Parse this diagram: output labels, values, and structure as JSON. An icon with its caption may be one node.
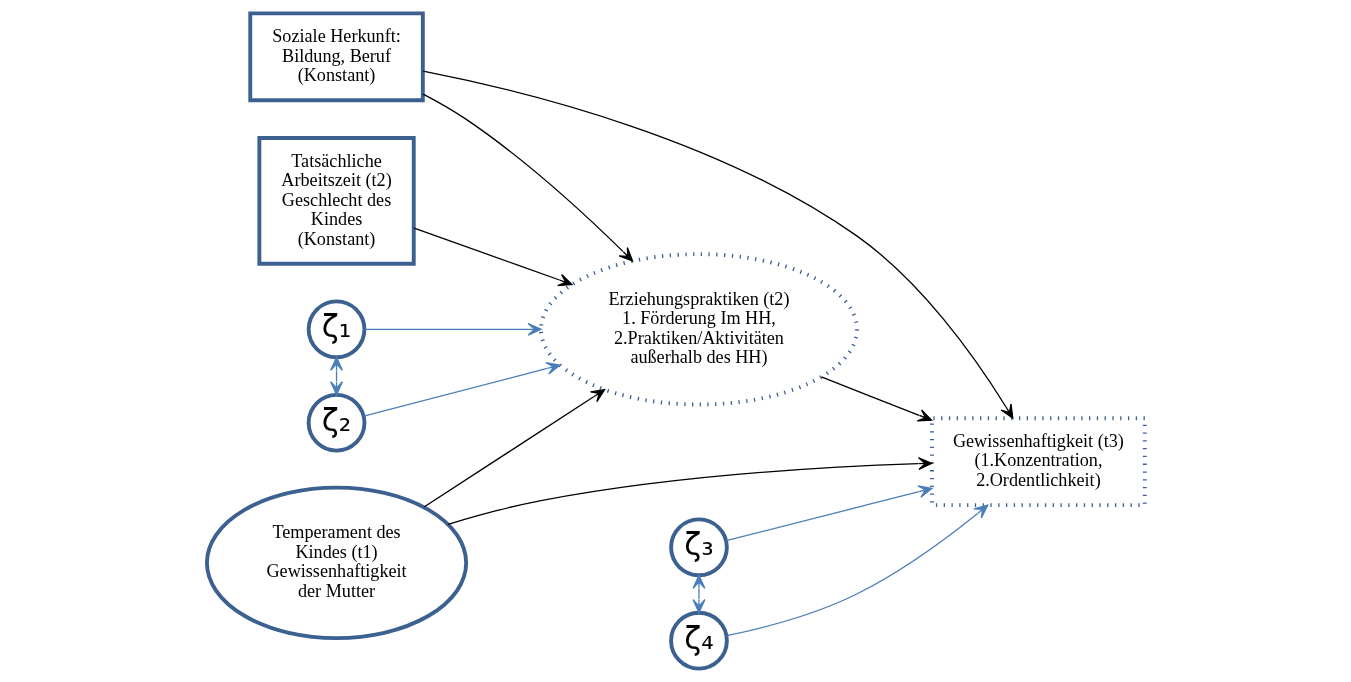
{
  "diagram": {
    "nodes": [
      {
        "text": [
          "Soziale Herkunft: Bildung, Beruf (Konstant)"
        ]
      },
      {
        "text": [
          "Tatsächliche Arbeitszeit (t2) Geschlecht des Kindes (Konstant)"
        ]
      },
      {
        "text": [
          "Temperament des Kindes (t1) Gewissenhaftigkeit der Mutter"
        ]
      },
      {
        "text": [
          "Erziehungspraktiken (t2) 1. Förderung Im HH, 2.Praktiken/Aktivitäten außerhalb des HH)"
        ]
      },
      {
        "text": [
          "ζ₁"
        ]
      },
      {
        "text": [
          "ζ₂"
        ]
      },
      {
        "text": [
          "Gewissenhaftigkeit (t3) (1.Konzentration, 2.Ordentlichkeit)"
        ]
      },
      {
        "text": [
          "ζ₃"
        ]
      },
      {
        "text": [
          "ζ₄"
        ]
      }
    ],
    "edges": [
      {
        "from": 0,
        "to": 3,
        "arrow": "to"
      },
      {
        "from": 1,
        "to": 3,
        "arrow": "to"
      },
      {
        "from": 2,
        "to": 3,
        "arrow": "to"
      },
      {
        "from": 0,
        "to": 6,
        "arrow": "to"
      },
      {
        "from": 2,
        "to": 6,
        "arrow": "to"
      },
      {
        "from": 3,
        "to": 6,
        "arrow": "to"
      },
      {
        "from": 4,
        "to": 3,
        "arrow": "to",
        "color": "#4a7ebb"
      },
      {
        "from": 5,
        "to": 3,
        "arrow": "to",
        "color": "#4a7ebb"
      },
      {
        "from": 4,
        "to": 5,
        "arrow": "both",
        "color": "#4a7ebb"
      },
      {
        "from": 7,
        "to": 6,
        "arrow": "to",
        "color": "#4a7ebb"
      },
      {
        "from": 8,
        "to": 6,
        "arrow": "to",
        "color": "#4a7ebb"
      },
      {
        "from": 7,
        "to": 8,
        "arrow": "both",
        "color": "#4a7ebb"
      }
    ]
  }
}
